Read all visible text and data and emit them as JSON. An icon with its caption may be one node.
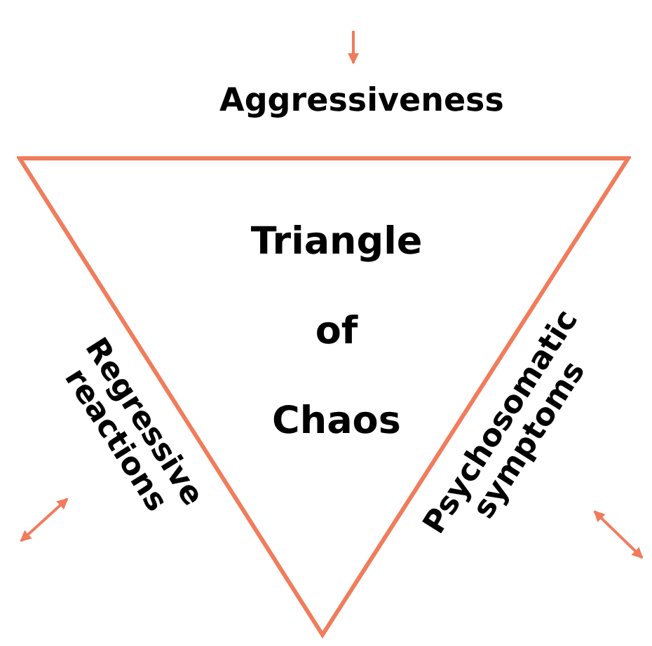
{
  "diagram": {
    "nodes": [
      {
        "text": [
          "Triangle of Chaos"
        ]
      }
    ],
    "labels": [
      "Aggressiveness",
      "Regressive reactions",
      "Psychosomatic symptoms"
    ]
  }
}
